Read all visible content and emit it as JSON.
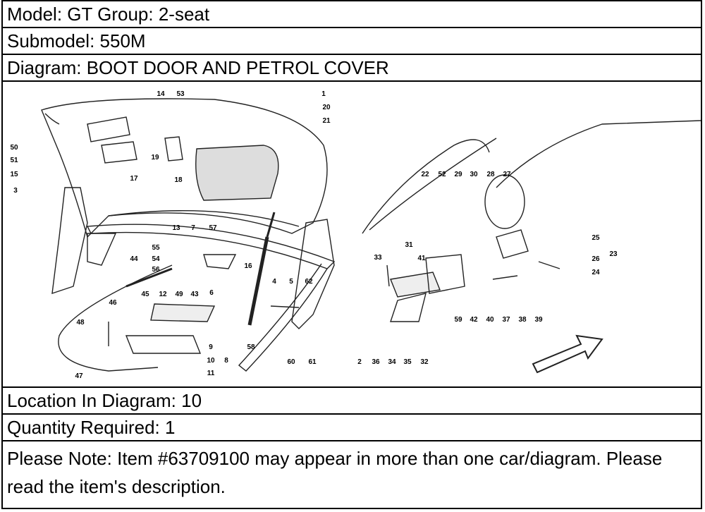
{
  "model_label": "Model: GT Group: 2-seat",
  "submodel_label": "Submodel: 550M",
  "diagram_label": "Diagram: BOOT DOOR AND PETROL COVER",
  "location_label": "Location In Diagram: 10",
  "quantity_label": "Quantity Required: 1",
  "note": "Please Note: Item #63709100 may appear in more than one car/diagram. Please read the item's description.",
  "callouts": [
    "14",
    "53",
    "1",
    "20",
    "21",
    "50",
    "51",
    "15",
    "19",
    "17",
    "18",
    "3",
    "22",
    "52",
    "29",
    "30",
    "28",
    "27",
    "13",
    "7",
    "57",
    "25",
    "23",
    "26",
    "24",
    "55",
    "54",
    "56",
    "44",
    "31",
    "41",
    "33",
    "16",
    "4",
    "5",
    "62",
    "6",
    "43",
    "49",
    "12",
    "45",
    "46",
    "48",
    "9",
    "10",
    "11",
    "8",
    "47",
    "58",
    "60",
    "61",
    "2",
    "36",
    "34",
    "35",
    "32",
    "59",
    "42",
    "40",
    "37",
    "38",
    "39"
  ]
}
